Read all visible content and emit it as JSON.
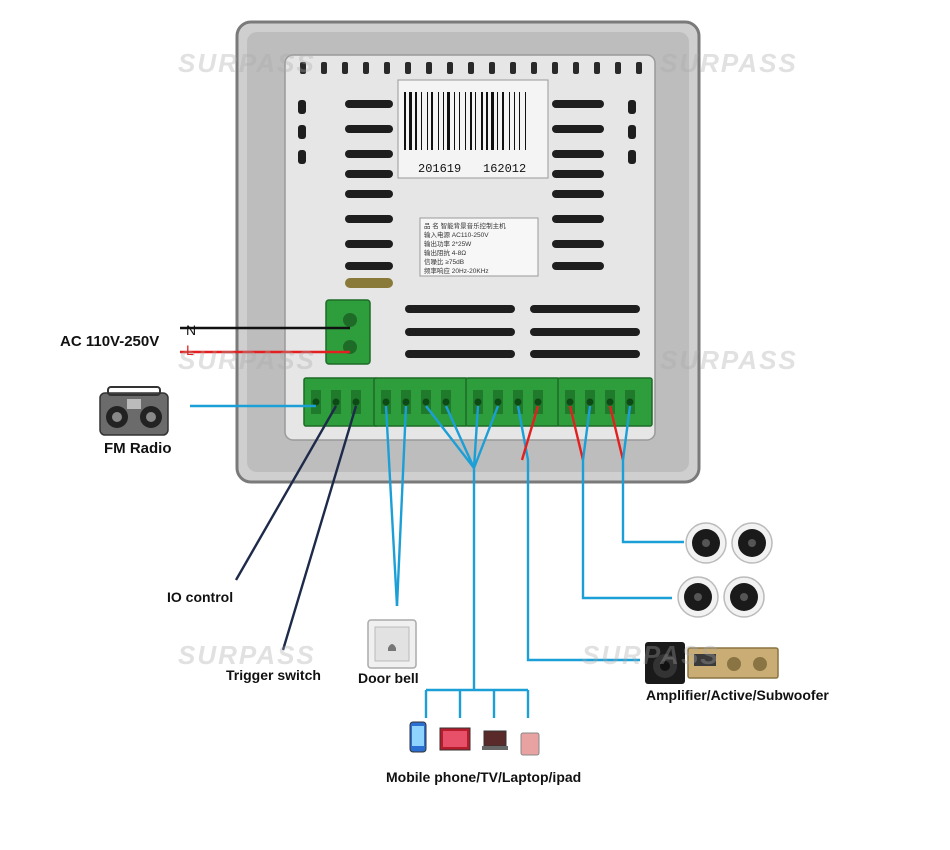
{
  "colors": {
    "wire_blue": "#1c9fd6",
    "wire_red": "#e32020",
    "wire_dark": "#1d2a4a",
    "terminal_green": "#2e9e3c",
    "panel_gray": "#d9d9d9"
  },
  "barcode": {
    "left": "201619",
    "right": "162012"
  },
  "spec_label": {
    "lines": [
      "品 名 智能背景音乐控制主机",
      "输入电源 AC110-250V",
      "输出功率 2*25W",
      "输出阻抗 4-8Ω",
      "信噪比 ≥75dB",
      "频率响应 20Hz-20KHz"
    ]
  },
  "power": {
    "label": "AC 110V-250V",
    "n_label": "N",
    "l_label": "L"
  },
  "labels": {
    "fm_radio": "FM Radio",
    "io_control": "IO control",
    "trigger_switch": "Trigger switch",
    "door_bell": "Door bell",
    "mobile": "Mobile phone/TV/Laptop/ipad",
    "amplifier": "Amplifier/Active/Subwoofer"
  },
  "watermark": "SURPASS",
  "icons": [
    "radio-icon",
    "doorbell-icon",
    "speaker-icon",
    "subwoofer-icon",
    "amplifier-icon",
    "phone-icon",
    "tv-icon",
    "laptop-icon",
    "tablet-icon"
  ]
}
